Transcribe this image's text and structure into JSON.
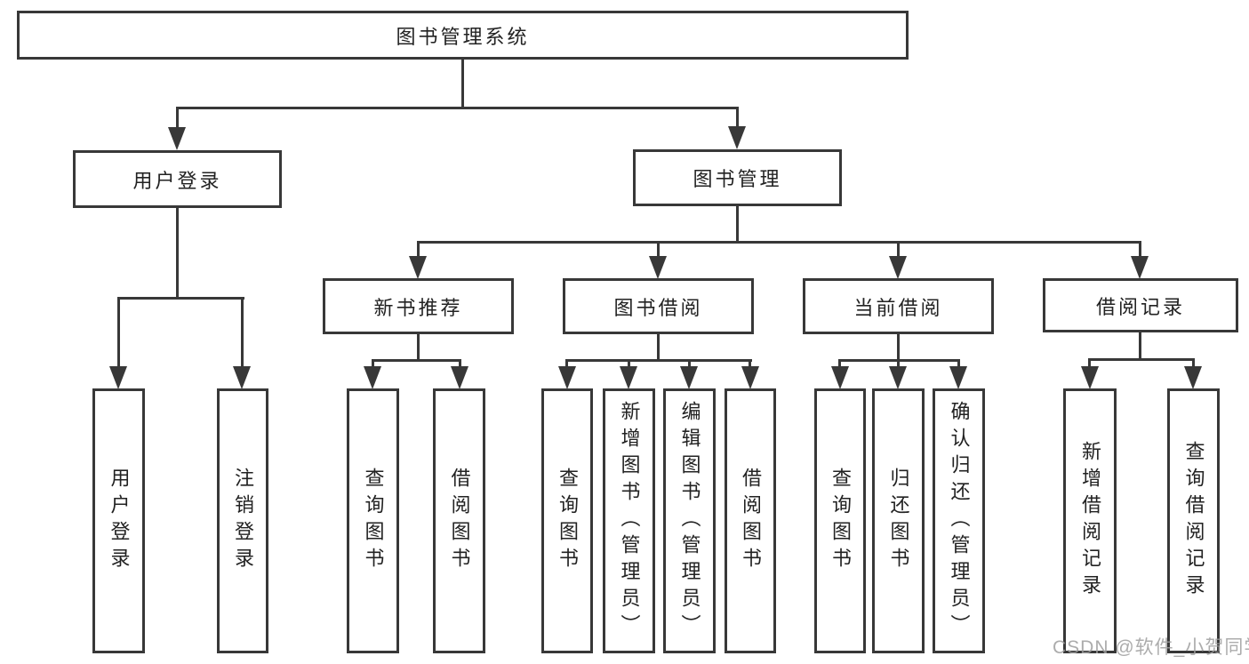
{
  "title": "图书管理系统",
  "level2": {
    "userLogin": "用户登录",
    "bookMgmt": "图书管理"
  },
  "level3": [
    "新书推荐",
    "图书借阅",
    "当前借阅",
    "借阅记录"
  ],
  "leaves": {
    "userLogin": [
      "用户登录",
      "注销登录"
    ],
    "newBookRec": [
      "查询图书",
      "借阅图书"
    ],
    "bookBorrow": [
      "查询图书",
      "新增图书（管理员）",
      "编辑图书（管理员）",
      "借阅图书"
    ],
    "currentBorrow": [
      "查询图书",
      "归还图书",
      "确认归还（管理员）"
    ],
    "borrowRecords": [
      "新增借阅记录",
      "查询借阅记录"
    ]
  },
  "watermark": "CSDN @软件_小贺同学",
  "colors": {
    "line": "#383838",
    "text": "#222222",
    "box_bg": "#ffffff",
    "watermark": "#9e9e9e"
  }
}
